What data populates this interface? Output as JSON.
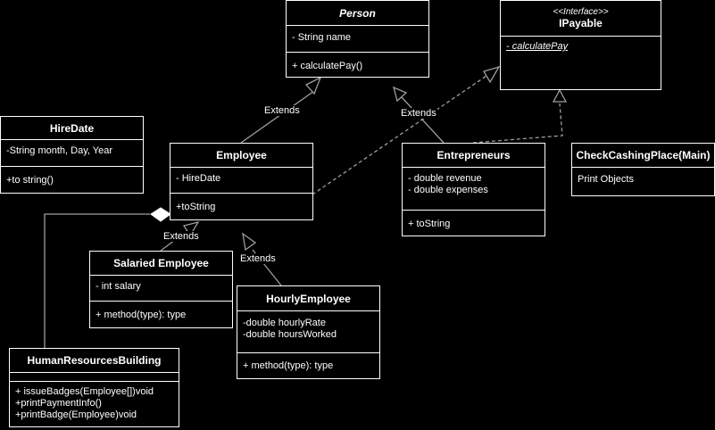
{
  "classes": {
    "person": {
      "name": "Person",
      "attributes": [
        "- String name"
      ],
      "methods": [
        "+ calculatePay()"
      ]
    },
    "ipayable": {
      "stereotype": "<<Interface>>",
      "name": "IPayable",
      "methods": [
        "- calculatePay"
      ]
    },
    "hiredate": {
      "name": "HireDate",
      "attributes": [
        "-String month, Day, Year"
      ],
      "methods": [
        "+to string()"
      ]
    },
    "employee": {
      "name": "Employee",
      "attributes": [
        "- HireDate"
      ],
      "methods": [
        "+toString"
      ]
    },
    "entrepreneurs": {
      "name": "Entrepreneurs",
      "attributes": [
        "- double revenue",
        "- double expenses"
      ],
      "methods": [
        "+ toString"
      ]
    },
    "checkcashing": {
      "name": "CheckCashingPlace(Main)",
      "attributes": [
        "Print Objects"
      ]
    },
    "salaried": {
      "name": "Salaried Employee",
      "attributes": [
        "- int salary"
      ],
      "methods": [
        "+ method(type): type"
      ]
    },
    "hourly": {
      "name": "HourlyEmployee",
      "attributes": [
        "-double hourlyRate",
        "-double hoursWorked"
      ],
      "methods": [
        "+ method(type): type"
      ]
    },
    "hr": {
      "name": "HumanResourcesBuilding",
      "methods": [
        "+ issueBadges(Employee[])void",
        "+printPaymentInfo()",
        "+printBadge(Employee)void"
      ]
    }
  },
  "edges": {
    "employee_person": "Extends",
    "entrepreneurs_person": "Extends",
    "salaried_employee": "Extends",
    "hourly_employee": "Extends"
  }
}
